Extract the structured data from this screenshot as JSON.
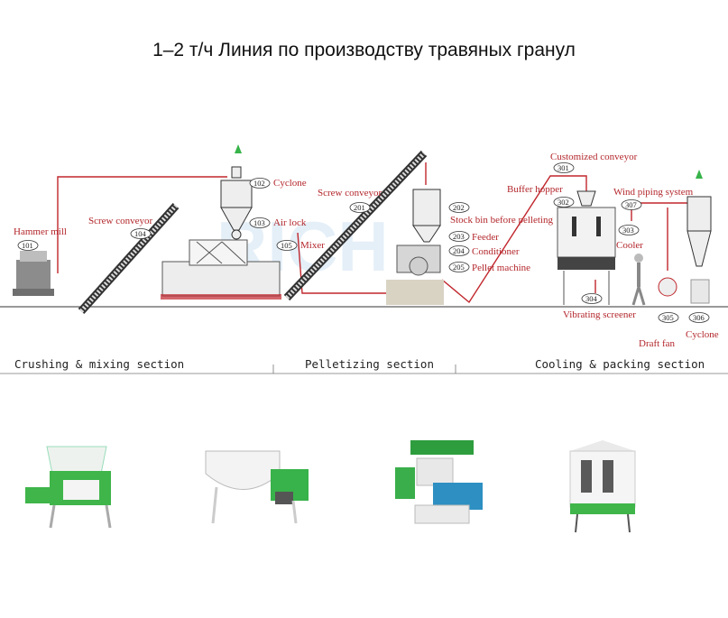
{
  "title": "1–2 т/ч Линия по производству травяных гранул",
  "sections": [
    "Crushing & mixing section",
    "Pelletizing section",
    "Cooling & packing section"
  ],
  "watermark": "RICH",
  "components": [
    {
      "num": "101",
      "label": "Hammer mill"
    },
    {
      "num": "104",
      "label": "Screw conveyor"
    },
    {
      "num": "102",
      "label": "Cyclone"
    },
    {
      "num": "103",
      "label": "Air lock"
    },
    {
      "num": "105",
      "label": "Mixer"
    },
    {
      "num": "201",
      "label": "Screw conveyor"
    },
    {
      "num": "202",
      "label": "Stock bin before pelleting"
    },
    {
      "num": "203",
      "label": "Feeder"
    },
    {
      "num": "204",
      "label": "Conditioner"
    },
    {
      "num": "205",
      "label": "Pellet machine"
    },
    {
      "num": "301",
      "label": "Customized conveyor"
    },
    {
      "num": "302",
      "label": "Buffer hopper"
    },
    {
      "num": "303",
      "label": "Cooler"
    },
    {
      "num": "307",
      "label": "Wind piping system"
    },
    {
      "num": "304",
      "label": "Vibrating screener"
    },
    {
      "num": "305",
      "label": "Draft fan"
    },
    {
      "num": "306",
      "label": "Cyclone"
    }
  ],
  "colors": {
    "pipe": "#c0262c",
    "machine": "#9e9e9e",
    "green": "#37b34a",
    "label": "#b3262b"
  }
}
